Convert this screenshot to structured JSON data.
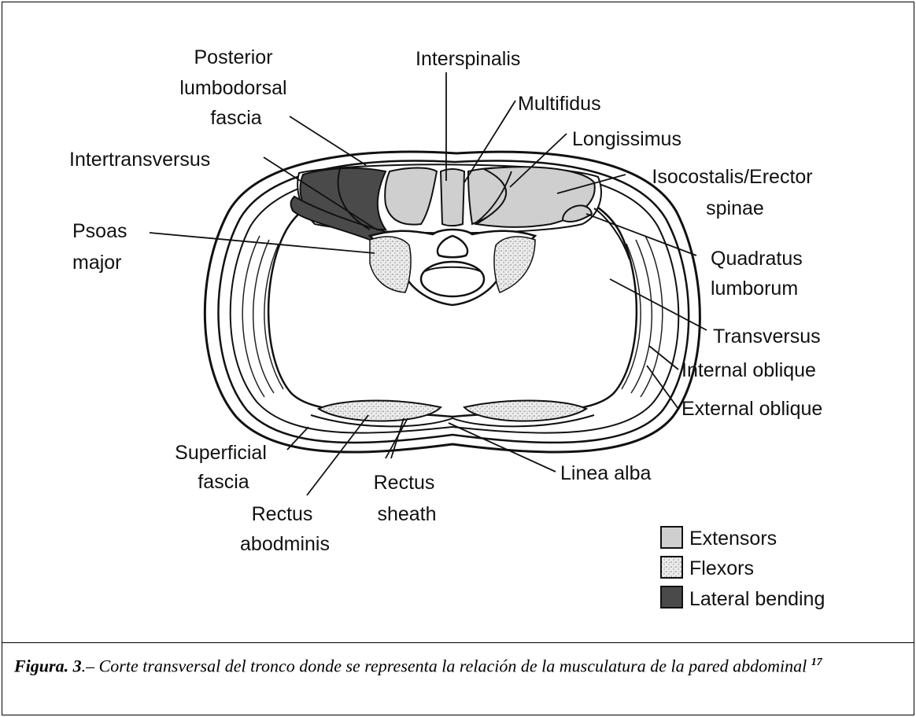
{
  "labels": {
    "posterior_fascia": [
      "Posterior",
      "lumbodorsal",
      "fascia"
    ],
    "interspinalis": "Interspinalis",
    "multifidus": "Multifidus",
    "longissimus": "Longissimus",
    "intertransversus": "Intertransversus",
    "iliocostalis": [
      "Isocostalis/Erector",
      "spinae"
    ],
    "psoas": [
      "Psoas",
      "major"
    ],
    "quadratus": [
      "Quadratus",
      "lumborum"
    ],
    "transversus": "Transversus",
    "internal_oblique": "Internal oblique",
    "external_oblique": "External oblique",
    "superficial_fascia": [
      "Superficial",
      "fascia"
    ],
    "rectus_sheath": [
      "Rectus",
      "sheath"
    ],
    "rectus_abdominis": [
      "Rectus",
      "abodminis"
    ],
    "linea_alba": "Linea alba"
  },
  "legend": [
    {
      "label": "Extensors",
      "color": "#cfcfcf"
    },
    {
      "label": "Flexors",
      "color": "#e4e4e4"
    },
    {
      "label": "Lateral bending",
      "color": "#4a4a4a"
    }
  ],
  "caption": {
    "prefix": "Figura. 3",
    "separator": ".– ",
    "text": "Corte transversal del tronco donde se representa la relación de la musculatura de la pared abdominal",
    "ref": "17"
  }
}
